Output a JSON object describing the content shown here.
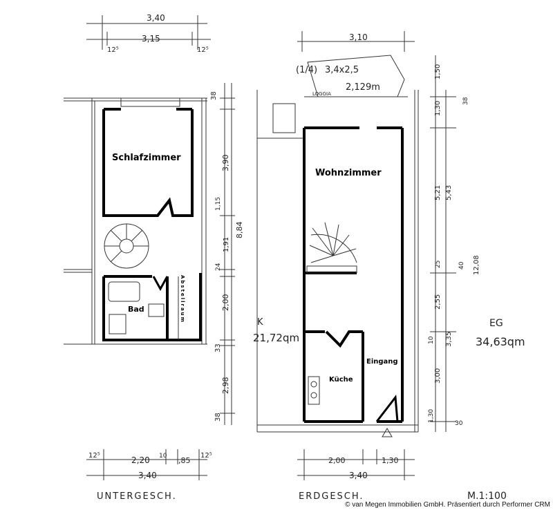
{
  "rooms": {
    "schlafzimmer": "Schlafzimmer",
    "bad": "Bad",
    "abstellraum": "Abstellraum",
    "wohnzimmer": "Wohnzimmer",
    "kueche": "Küche",
    "eingang": "Eingang"
  },
  "dimensions": {
    "ug_top_total": "3,40",
    "ug_top_inner": "3,15",
    "ug_top_left": "12⁵",
    "ug_top_right": "12⁵",
    "ug_bottom_total": "3,40",
    "ug_bottom_a": "12⁵",
    "ug_bottom_b": "2,20",
    "ug_bottom_c": "10",
    "ug_bottom_d": ",85",
    "ug_bottom_e": "12⁵",
    "v_38_top": "38",
    "v_390": "3,90",
    "v_115": "1,15",
    "v_884": "8,84",
    "v_191": "1,91",
    "v_24": "24",
    "v_200": "2,00",
    "v_33": "33",
    "v_298": "2,98",
    "v_38_bottom": "38",
    "eg_top_total": "3,10",
    "loggia_note_a": "(1/4)",
    "loggia_note_b": "3,4x2,5",
    "loggia_note_c": "2,129m",
    "loggia_label": "LOGGIA",
    "r_150": "1,50",
    "r_130": "1,30",
    "r_38": "38",
    "r_521": "5,21",
    "r_543": "5,43",
    "r_25": "25",
    "r_40": "40",
    "r_1208": "12,08",
    "r_255": "2,55",
    "r_10": "10",
    "r_335": "3,35",
    "r_300": "3,00",
    "r_130b": "1,30",
    "r_30": "30",
    "area_k": "K",
    "area_value": "21,72qm",
    "eg_code": "EG",
    "eg_area": "34,63qm",
    "eg_bottom_a": "2,00",
    "eg_bottom_b": "1,30",
    "eg_bottom_total": "3,40"
  },
  "captions": {
    "untergeschoss": "UNTERGESCH.",
    "erdgeschoss": "ERDGESCH.",
    "scale": "M.1:100"
  },
  "copyright": "© van Megen Immobilien GmbH. Präsentiert durch Performer CRM"
}
